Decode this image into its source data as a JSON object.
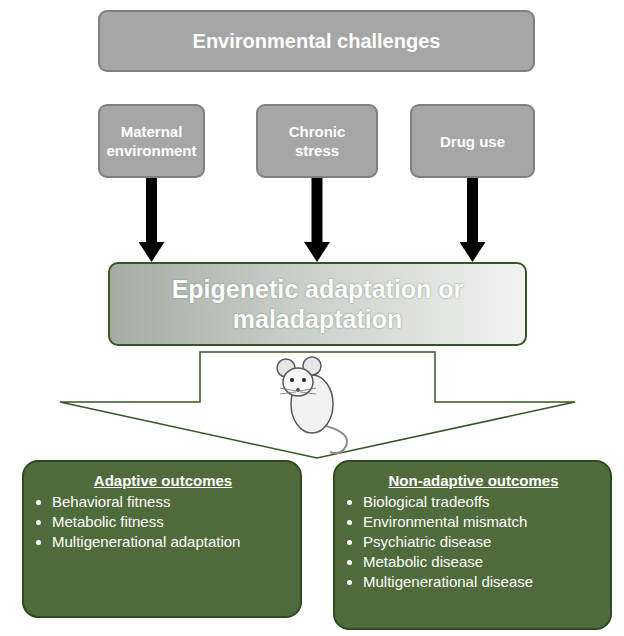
{
  "diagram": {
    "nodes": [
      {
        "text": [
          "Environmental challenges"
        ]
      },
      {
        "text": [
          "Maternal environment"
        ]
      },
      {
        "text": [
          "Chronic stress"
        ]
      },
      {
        "text": [
          "Drug use"
        ]
      },
      {
        "text": [
          "Epigenetic adaptation or maladaptation"
        ]
      },
      {
        "text": [
          "Adaptive outcomes",
          "Behavioral fitness",
          "Metabolic fitness",
          "Multigenerational adaptation"
        ]
      },
      {
        "text": [
          "Non-adaptive outcomes",
          "Biological tradeoffs",
          "Environmental mismatch",
          "Psychiatric disease",
          "Metabolic disease",
          "Multigenerational disease"
        ]
      }
    ],
    "edges": [
      {
        "from": 1,
        "to": 4,
        "arrow": "to"
      },
      {
        "from": 2,
        "to": 4,
        "arrow": "to"
      },
      {
        "from": 3,
        "to": 4,
        "arrow": "to"
      }
    ]
  }
}
